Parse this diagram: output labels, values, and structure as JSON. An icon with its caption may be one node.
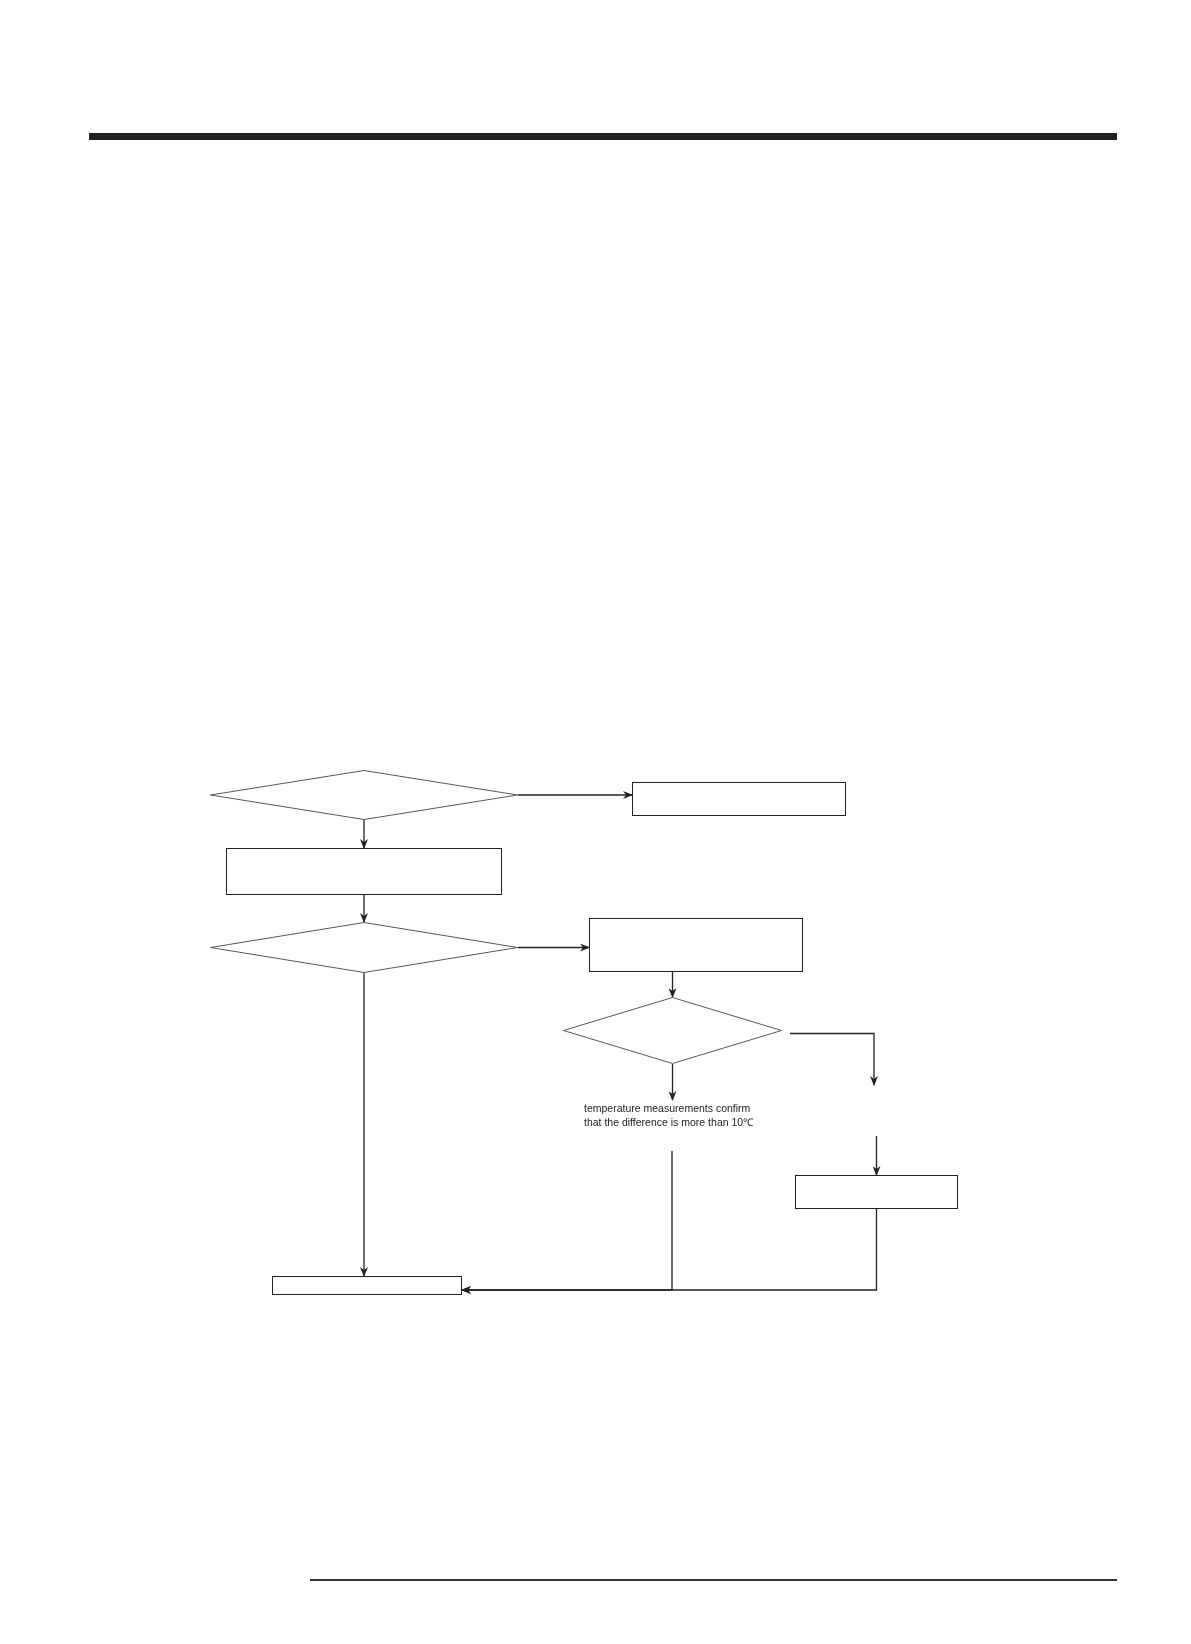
{
  "diagram": {
    "nodes": [
      {
        "text": [],
        "shape": "diamond"
      },
      {
        "text": [],
        "shape": "box"
      },
      {
        "text": [],
        "shape": "box"
      },
      {
        "text": [],
        "shape": "diamond"
      },
      {
        "text": [],
        "shape": "box"
      },
      {
        "text": [],
        "shape": "diamond"
      },
      {
        "text": [
          "temperature measurements confirm that the difference is more than 10℃"
        ]
      },
      {
        "text": [],
        "shape": "box"
      },
      {
        "text": [],
        "shape": "box"
      }
    ],
    "edges": [
      {
        "from": 0,
        "to": 1,
        "arrow": "to"
      },
      {
        "from": 0,
        "to": 2,
        "arrow": "to"
      },
      {
        "from": 2,
        "to": 3,
        "arrow": "to"
      },
      {
        "from": 3,
        "to": 4,
        "arrow": "to"
      },
      {
        "from": 3,
        "to": 8,
        "arrow": "to"
      },
      {
        "from": 4,
        "to": 5,
        "arrow": "to"
      },
      {
        "from": 5,
        "to": 6,
        "arrow": "to"
      },
      {
        "from": 5,
        "to": null,
        "arrow": "to"
      },
      {
        "from": null,
        "to": 7,
        "arrow": "to"
      },
      {
        "from": 6,
        "to": 8,
        "arrow": "to"
      },
      {
        "from": 7,
        "to": 8,
        "arrow": "to"
      }
    ]
  }
}
